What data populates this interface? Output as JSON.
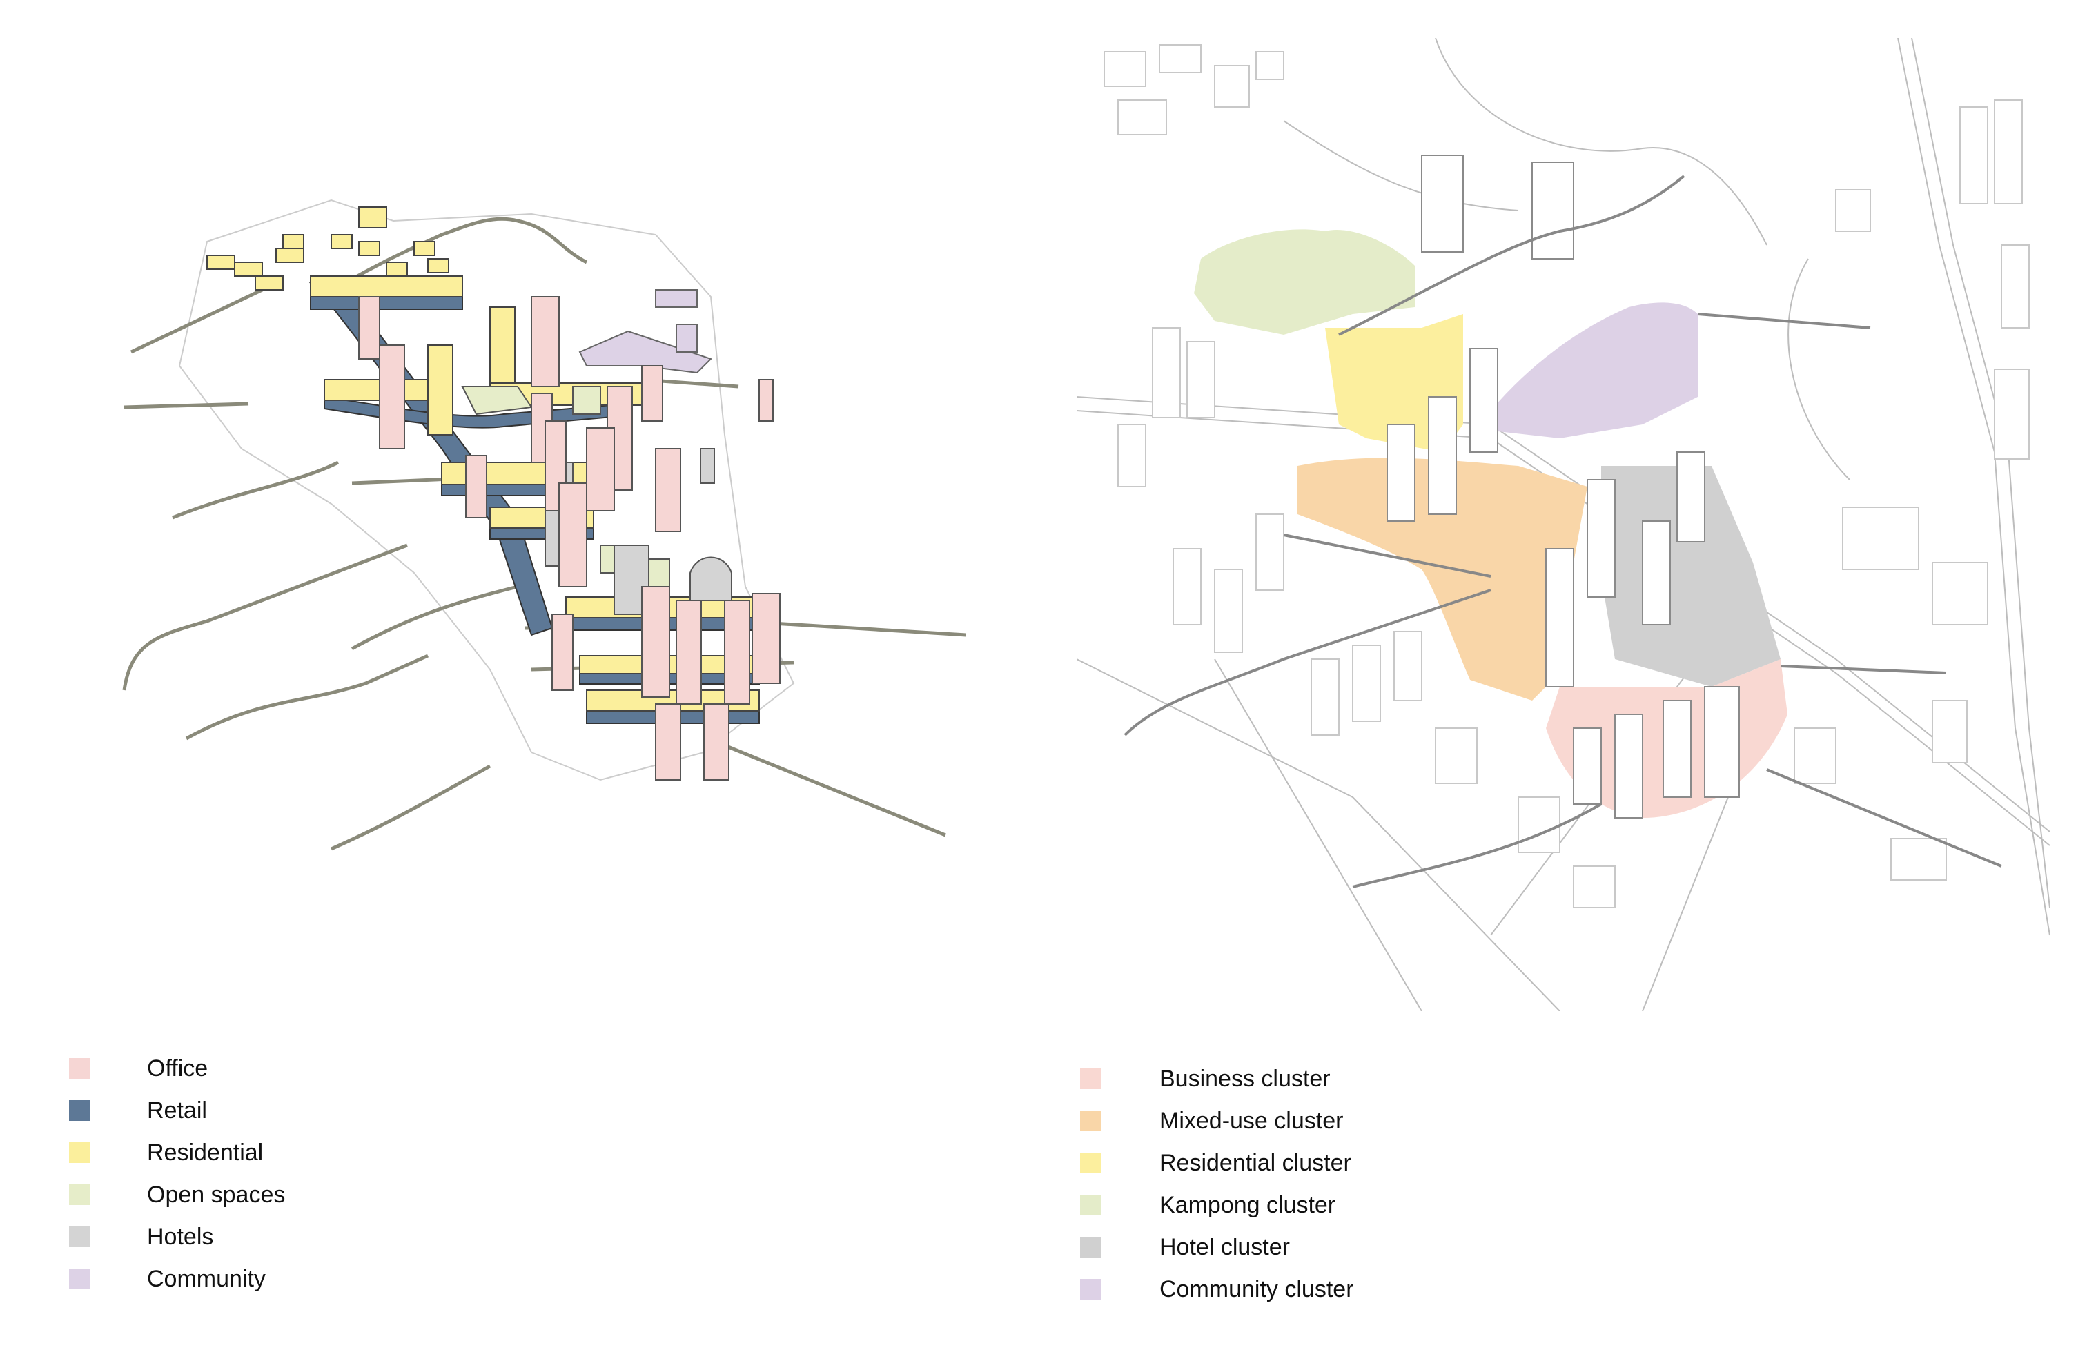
{
  "colors": {
    "office": "#f6d6d4",
    "retail": "#5d7896",
    "residential": "#fbef9c",
    "open_spaces": "#e6edc9",
    "hotels": "#d4d4d4",
    "community": "#ddd2e6",
    "business_cluster": "#f9d8d2",
    "mixed_use_cluster": "#f9d6a8",
    "residential_cluster": "#fcef9e",
    "kampong_cluster": "#e4ecc9",
    "hotel_cluster": "#d0d0d0",
    "community_cluster": "#ddd1e6",
    "line": "#555555",
    "map_line": "#bdbdbd"
  },
  "legend_left": [
    {
      "label": "Office",
      "color_key": "office"
    },
    {
      "label": "Retail",
      "color_key": "retail"
    },
    {
      "label": "Residential",
      "color_key": "residential"
    },
    {
      "label": "Open spaces",
      "color_key": "open_spaces"
    },
    {
      "label": "Hotels",
      "color_key": "hotels"
    },
    {
      "label": "Community",
      "color_key": "community"
    }
  ],
  "legend_right": [
    {
      "label": "Business cluster",
      "color_key": "business_cluster"
    },
    {
      "label": "Mixed-use cluster",
      "color_key": "mixed_use_cluster"
    },
    {
      "label": "Residential cluster",
      "color_key": "residential_cluster"
    },
    {
      "label": "Kampong cluster",
      "color_key": "kampong_cluster"
    },
    {
      "label": "Hotel cluster",
      "color_key": "hotel_cluster"
    },
    {
      "label": "Community cluster",
      "color_key": "community_cluster"
    }
  ]
}
